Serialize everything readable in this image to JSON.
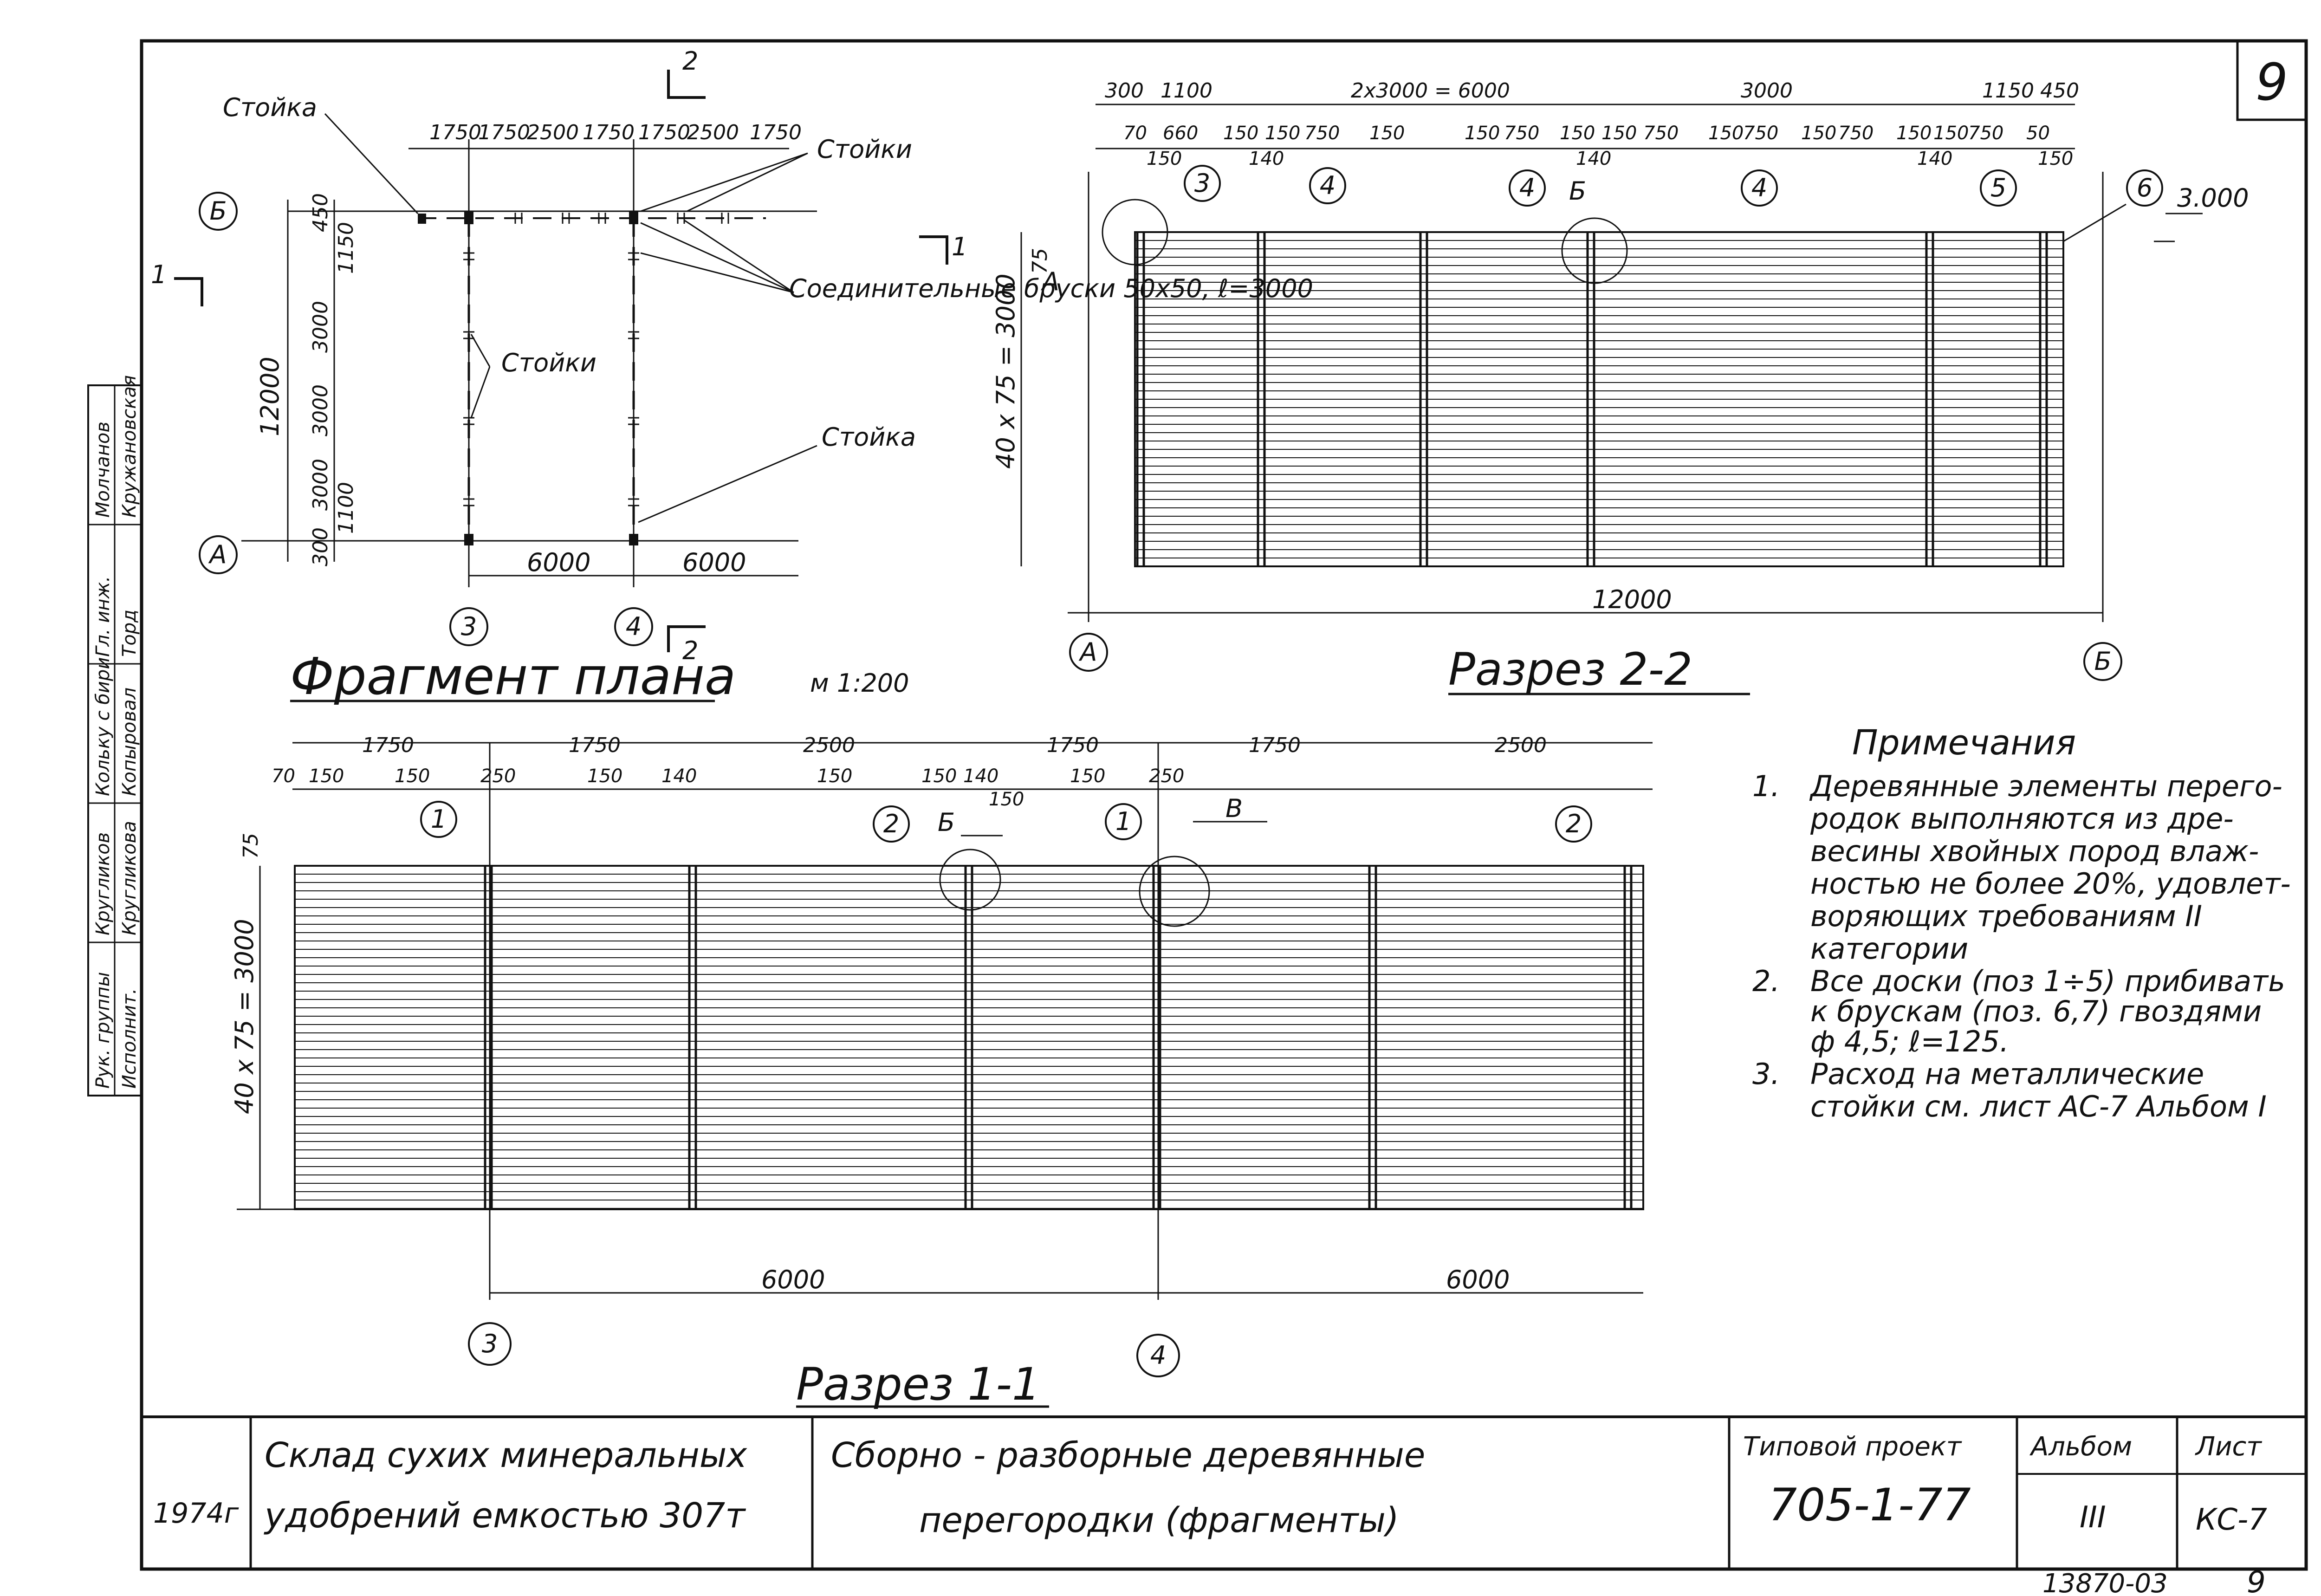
{
  "sheet": {
    "number": "9",
    "bottom_code": "13870-03",
    "bottom_num": "9"
  },
  "plan": {
    "title": "Фрагмент плана",
    "scale": "м 1:200",
    "label_stoika": "Стойка",
    "label_stoiki_top": "Стойки",
    "label_connect": "Соединительные бруски 50x50, ℓ=3000",
    "label_stoiki_mid": "Стойки",
    "label_stoika_bottom": "Стойка",
    "axis_b": "Б",
    "axis_a": "А",
    "axis_3": "3",
    "axis_4": "4",
    "sec_1": "1",
    "sec_2": "2",
    "top_dims": [
      "1750",
      "1750",
      "2500",
      "1750",
      "1750",
      "2500",
      "1750"
    ],
    "left_dims": [
      "450",
      "1150",
      "3000",
      "3000",
      "3000",
      "1100",
      "300"
    ],
    "overall_left": "12000",
    "bottom_dims": [
      "6000",
      "6000"
    ]
  },
  "sec22": {
    "title": "Разрез 2-2",
    "top_dims_1": [
      "300",
      "1100",
      "2x3000 = 6000",
      "3000",
      "1150",
      "450"
    ],
    "top_dims_2": [
      "70",
      "660",
      "150",
      "150",
      "750",
      "150",
      "150",
      "750",
      "150",
      "150",
      "750",
      "150",
      "750",
      "150",
      "750",
      "150",
      "150",
      "750",
      "50"
    ],
    "small_dims": [
      "150",
      "140",
      "140",
      "140",
      "150"
    ],
    "side_dim": "40 x 75 = 3000",
    "d75": "75",
    "level": "3.000",
    "bottom_dim": "12000",
    "callouts": [
      "3",
      "4",
      "4",
      "4",
      "5",
      "6"
    ],
    "node_a": "А",
    "node_b": "Б",
    "axis_a": "А",
    "axis_b": "Б"
  },
  "sec11": {
    "title": "Разрез 1-1",
    "top_dims_1": [
      "1750",
      "1750",
      "2500",
      "1750",
      "1750",
      "2500"
    ],
    "top_dims_2": [
      "70",
      "150",
      "150",
      "250",
      "150",
      "140",
      "150",
      "150",
      "140",
      "150",
      "150",
      "250"
    ],
    "side_dim": "40 x 75 = 3000",
    "d75": "75",
    "bottom_dims": [
      "6000",
      "6000"
    ],
    "callouts": [
      "1",
      "2",
      "1",
      "2"
    ],
    "node_b": "Б",
    "node_v": "В",
    "axis_3": "3",
    "axis_4": "4"
  },
  "notes": {
    "title": "Примечания",
    "items": [
      {
        "n": "1.",
        "lines": [
          "Деревянные элементы перего-",
          "родок выполняются из дре-",
          "весины хвойных пород влаж-",
          "ностью не более 20%, удовлет-",
          "воряющих требованиям II",
          "категории"
        ]
      },
      {
        "n": "2.",
        "lines": [
          "Все доски (поз 1÷5) прибивать",
          "к брускам (поз. 6,7) гвоздями",
          "ф 4,5; ℓ=125."
        ]
      },
      {
        "n": "3.",
        "lines": [
          "Расход на металлические",
          "стойки см. лист АС-7 Альбом I"
        ]
      }
    ]
  },
  "sidebar": {
    "rows": [
      [
        "Рук. группы",
        "Исполнит."
      ],
      [
        "Кругликов",
        "Кругликова"
      ],
      [
        "Кольку с бири",
        "Копыровал"
      ],
      [
        "Гл. инж.",
        "Торд"
      ],
      [
        "Молчанов",
        "Кружановская"
      ]
    ]
  },
  "titleblock": {
    "year": "1974г",
    "object_l1": "Склад сухих минеральных",
    "object_l2": "удобрений емкостью 307т",
    "name_l1": "Сборно - разборные деревянные",
    "name_l2": "перегородки (фрагменты)",
    "project_label": "Типовой проект",
    "project_num": "705-1-77",
    "album_label": "Альбом",
    "album_num": "III",
    "sheet_label": "Лист",
    "sheet_num": "КС-7"
  }
}
